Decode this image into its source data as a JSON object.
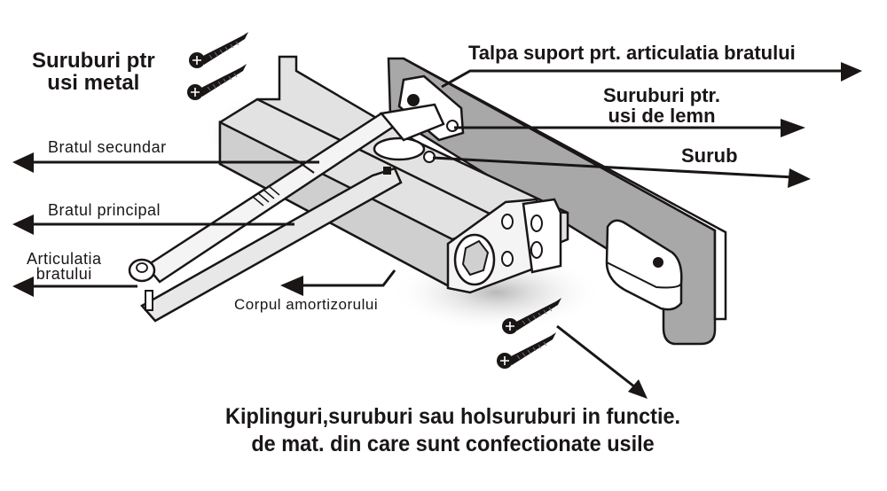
{
  "labels": {
    "screws_metal": [
      "Suruburi ptr",
      "usi metal"
    ],
    "talpa": "Talpa suport prt. articulatia bratului",
    "screws_wood": [
      "Suruburi ptr.",
      "usi de lemn"
    ],
    "surub": "Surub",
    "bratul_secundar": "Bratul secundar",
    "bratul_principal": "Bratul principal",
    "articulatia": [
      "Articulatia",
      "bratului"
    ],
    "corpul": "Corpul amortizorului",
    "bottom_note": [
      "Kiplinguri,suruburi sau holsuruburi in functie.",
      "de mat. din care sunt confectionate  usile"
    ]
  },
  "colors": {
    "ink": "#1a1616",
    "body_gray": "#d9d9d9",
    "dark_gray": "#a8a8a8",
    "background": "#ffffff"
  }
}
